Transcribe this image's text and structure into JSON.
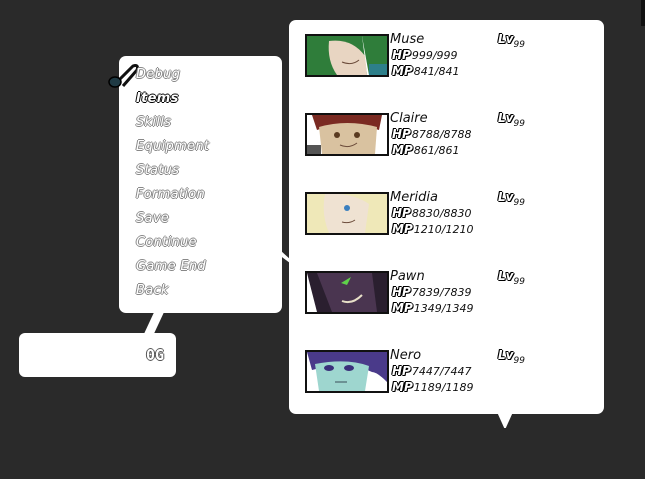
{
  "menu": {
    "items": [
      {
        "label": "Debug",
        "state": "cursor"
      },
      {
        "label": "Items",
        "state": "active"
      },
      {
        "label": "Skills",
        "state": "normal"
      },
      {
        "label": "Equipment",
        "state": "normal"
      },
      {
        "label": "Status",
        "state": "normal"
      },
      {
        "label": "Formation",
        "state": "normal"
      },
      {
        "label": "Save",
        "state": "normal"
      },
      {
        "label": "Continue",
        "state": "normal"
      },
      {
        "label": "Game End",
        "state": "normal"
      },
      {
        "label": "Back",
        "state": "normal"
      }
    ],
    "cursor_icon": "music-note-icon"
  },
  "gold": {
    "value": "0G"
  },
  "party": {
    "members": [
      {
        "name": "Muse",
        "level_label": "Lv",
        "level": "99",
        "hp_label": "HP",
        "hp": "999/999",
        "mp_label": "MP",
        "mp": "841/841",
        "portrait_colors": {
          "hair": "#2f7d3a",
          "skin": "#e8d5c2",
          "accent": "#2d7f8a"
        }
      },
      {
        "name": "Claire",
        "level_label": "Lv",
        "level": "99",
        "hp_label": "HP",
        "hp": "8788/8788",
        "mp_label": "MP",
        "mp": "861/861",
        "portrait_colors": {
          "hair": "#7a2a22",
          "skin": "#d9c2a0",
          "accent": "#555555"
        }
      },
      {
        "name": "Meridia",
        "level_label": "Lv",
        "level": "99",
        "hp_label": "HP",
        "hp": "8830/8830",
        "mp_label": "MP",
        "mp": "1210/1210",
        "portrait_colors": {
          "hair": "#efe8b8",
          "skin": "#efe2d2",
          "accent": "#3a7fbf"
        }
      },
      {
        "name": "Pawn",
        "level_label": "Lv",
        "level": "99",
        "hp_label": "HP",
        "hp": "7839/7839",
        "mp_label": "MP",
        "mp": "1349/1349",
        "portrait_colors": {
          "hair": "#2a1f2f",
          "skin": "#4a3550",
          "accent": "#5fd14a"
        }
      },
      {
        "name": "Nero",
        "level_label": "Lv",
        "level": "99",
        "hp_label": "HP",
        "hp": "7447/7447",
        "mp_label": "MP",
        "mp": "1189/1189",
        "portrait_colors": {
          "hair": "#4a3a8a",
          "skin": "#9ed6cf",
          "accent": "#3a2f7a"
        }
      }
    ]
  }
}
